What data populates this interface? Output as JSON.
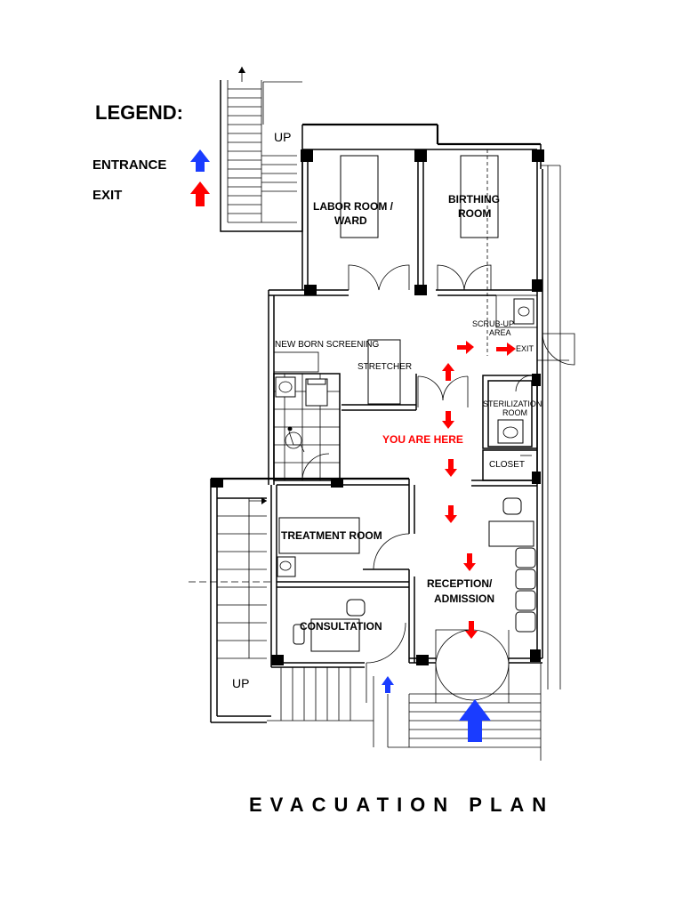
{
  "legend": {
    "title": "LEGEND:",
    "entrance_label": "ENTRANCE",
    "exit_label": "EXIT",
    "entrance_color": "#1a3cff",
    "exit_color": "#ff0000"
  },
  "rooms": {
    "labor_line1": "LABOR ROOM /",
    "labor_line2": "WARD",
    "birthing_line1": "BIRTHING",
    "birthing_line2": "ROOM",
    "scrub_line1": "SCRUB-UP",
    "scrub_line2": "AREA",
    "exit_marker": "EXIT",
    "newborn": "NEW BORN SCREENING",
    "stretcher": "STRETCHER",
    "sterilization_line1": "STERILIZATION",
    "sterilization_line2": "ROOM",
    "closet": "CLOSET",
    "treatment": "TREATMENT ROOM",
    "reception_line1": "RECEPTION/",
    "reception_line2": "ADMISSION",
    "consultation": "CONSULTATION"
  },
  "stairs": {
    "up_top": "UP",
    "up_bottom": "UP"
  },
  "you_are_here": "YOU ARE HERE",
  "plan_title": "EVACUATION PLAN"
}
